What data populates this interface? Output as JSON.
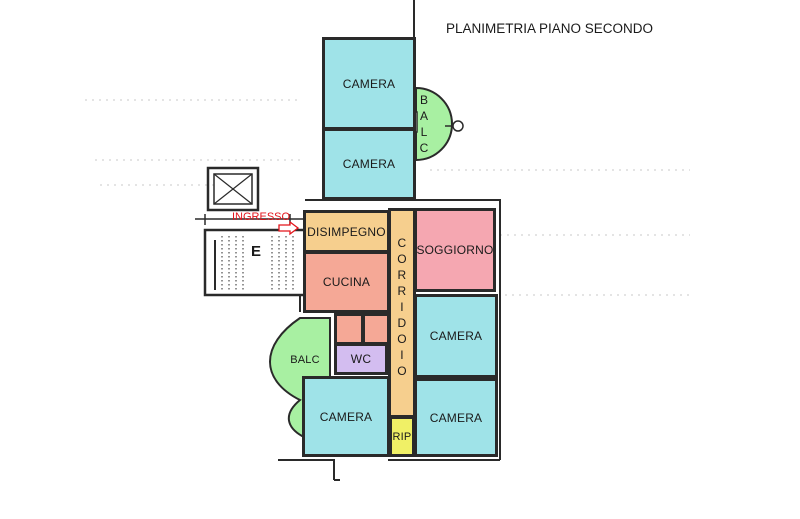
{
  "title": "PLANIMETRIA PIANO SECONDO",
  "entrance_label": "INGRESSO",
  "stair_letter": "E",
  "rooms": {
    "camera_top": "CAMERA",
    "camera_second": "CAMERA",
    "disimpegno": "DISIMPEGNO",
    "cucina": "CUCINA",
    "soggiorno": "SOGGIORNO",
    "camera_mid_right": "CAMERA",
    "wc": "WC",
    "camera_bottom_left": "CAMERA",
    "camera_bottom_right": "CAMERA",
    "rip": "RIP",
    "balc_left": "BALC"
  },
  "corridor_letters": [
    "C",
    "O",
    "R",
    "R",
    "I",
    "D",
    "O",
    "I",
    "O"
  ],
  "balc_top_letters": [
    "B",
    "A",
    "L",
    "C"
  ],
  "colors": {
    "camera": "#9fe3e8",
    "disimpegno": "#f6cf8e",
    "cucina": "#f5a896",
    "soggiorno": "#f5a7b1",
    "wc": "#d3bdf0",
    "rip": "#f0f066",
    "balcony": "#a8f0a2",
    "entrance": "#e3141b"
  }
}
